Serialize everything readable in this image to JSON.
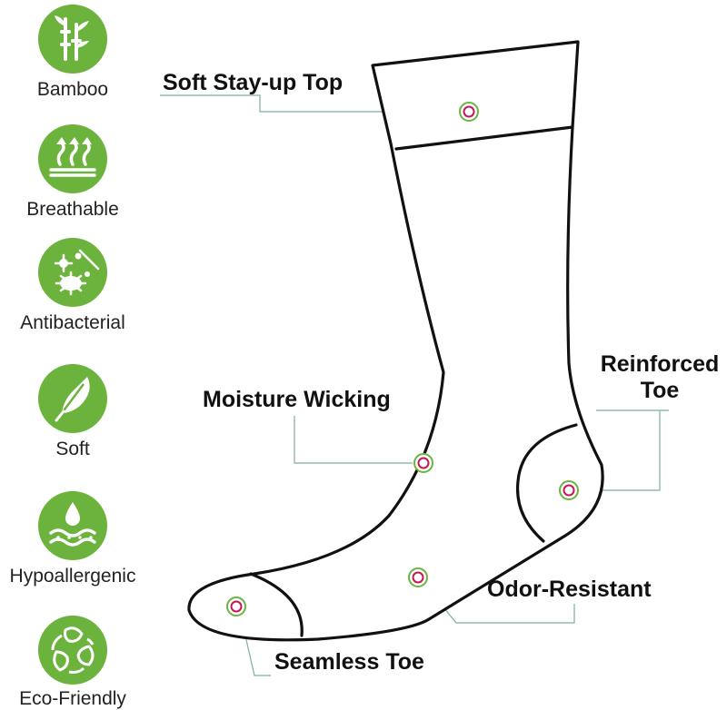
{
  "features": [
    {
      "label": "Bamboo",
      "icon": "bamboo-icon"
    },
    {
      "label": "Breathable",
      "icon": "breathable-arrows-icon"
    },
    {
      "label": "Antibacterial",
      "icon": "antibacterial-icon"
    },
    {
      "label": "Soft",
      "icon": "feather-icon"
    },
    {
      "label": "Hypoallergenic",
      "icon": "water-drop-icon"
    },
    {
      "label": "Eco-Friendly",
      "icon": "recycle-leaves-icon"
    }
  ],
  "callouts": {
    "soft_stay_up_top": "Soft Stay-up Top",
    "moisture_wicking": "Moisture Wicking",
    "reinforced_toe_line1": "Reinforced",
    "reinforced_toe_line2": "Toe",
    "odor_resistant": "Odor-Resistant",
    "seamless_toe": "Seamless Toe"
  },
  "colors": {
    "badge_green": "#6cb33e",
    "marker_pink": "#c2185b",
    "marker_green": "#6cb33e",
    "leader_line": "#7fae9a",
    "outline": "#111111"
  }
}
